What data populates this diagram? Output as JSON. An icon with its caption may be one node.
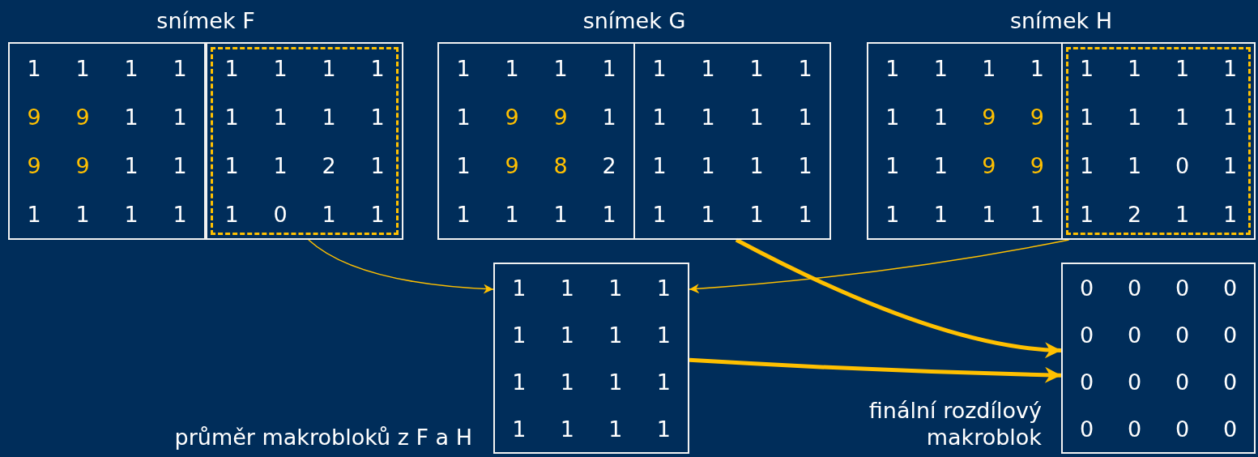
{
  "diagram": {
    "nodes": [
      {
        "text": [
          "snímek F"
        ]
      },
      {
        "text": [
          "1",
          "1",
          "1",
          "1",
          "9",
          "9",
          "1",
          "1",
          "9",
          "9",
          "1",
          "1",
          "1",
          "1",
          "1",
          "1"
        ],
        "in": 0
      },
      {
        "text": [
          "1",
          "1",
          "1",
          "1",
          "1",
          "1",
          "1",
          "1",
          "1",
          "1",
          "2",
          "1",
          "1",
          "0",
          "1",
          "1"
        ],
        "in": 0
      },
      {
        "text": [
          "snímek G"
        ]
      },
      {
        "text": [
          "1",
          "1",
          "1",
          "1",
          "1",
          "9",
          "9",
          "1",
          "1",
          "9",
          "8",
          "2",
          "1",
          "1",
          "1",
          "1"
        ],
        "in": 3
      },
      {
        "text": [
          "1",
          "1",
          "1",
          "1",
          "1",
          "1",
          "1",
          "1",
          "1",
          "1",
          "1",
          "1",
          "1",
          "1",
          "1",
          "1"
        ],
        "in": 3
      },
      {
        "text": [
          "snímek H"
        ]
      },
      {
        "text": [
          "1",
          "1",
          "1",
          "1",
          "1",
          "1",
          "9",
          "9",
          "1",
          "1",
          "9",
          "9",
          "1",
          "1",
          "1",
          "1"
        ],
        "in": 6
      },
      {
        "text": [
          "1",
          "1",
          "1",
          "1",
          "1",
          "1",
          "1",
          "1",
          "1",
          "1",
          "0",
          "1",
          "1",
          "2",
          "1",
          "1"
        ],
        "in": 6
      },
      {
        "text": [
          "1",
          "1",
          "1",
          "1",
          "1",
          "1",
          "1",
          "1",
          "1",
          "1",
          "1",
          "1",
          "1",
          "1",
          "1",
          "1"
        ],
        "beside": [
          "průměr makrobloků z F a H"
        ]
      },
      {
        "text": [
          "0",
          "0",
          "0",
          "0",
          "0",
          "0",
          "0",
          "0",
          "0",
          "0",
          "0",
          "0",
          "0",
          "0",
          "0",
          "0"
        ],
        "beside": [
          "finální rozdílový makroblok"
        ]
      }
    ],
    "edges": [
      {
        "from": 2,
        "to": 9,
        "arrow": "to"
      },
      {
        "from": 8,
        "to": 9,
        "arrow": "to"
      },
      {
        "from": 5,
        "to": 10,
        "arrow": "to",
        "style": "thick"
      },
      {
        "from": 9,
        "to": 10,
        "arrow": "to",
        "style": "thick"
      }
    ]
  }
}
